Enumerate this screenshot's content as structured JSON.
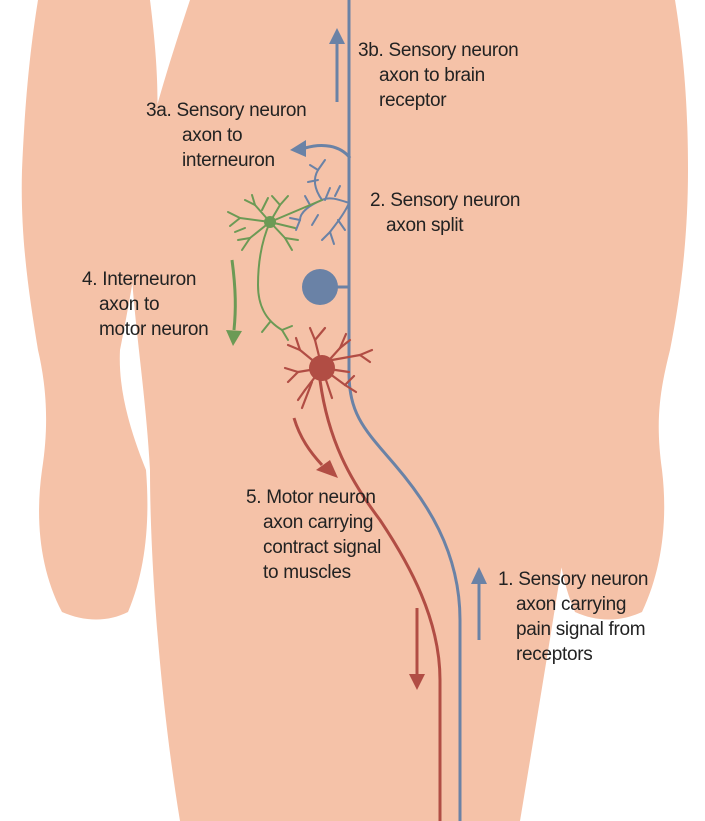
{
  "labels": {
    "step1": [
      "1. Sensory neuron",
      "axon carrying",
      "pain signal from",
      "receptors"
    ],
    "step2": [
      "2. Sensory neuron",
      "axon split"
    ],
    "step3a": [
      "3a. Sensory neuron",
      "axon to",
      "interneuron"
    ],
    "step3b": [
      "3b. Sensory neuron",
      "axon to brain",
      "receptor"
    ],
    "step4": [
      "4. Interneuron",
      "axon to",
      "motor neuron"
    ],
    "step5": [
      "5. Motor neuron",
      "axon carrying",
      "contract signal",
      "to muscles"
    ]
  },
  "colors": {
    "skin": "#f5c2a8",
    "sensory": "#6a82a6",
    "motor": "#b14d44",
    "interneuron": "#6c9a55",
    "text": "#222222"
  }
}
